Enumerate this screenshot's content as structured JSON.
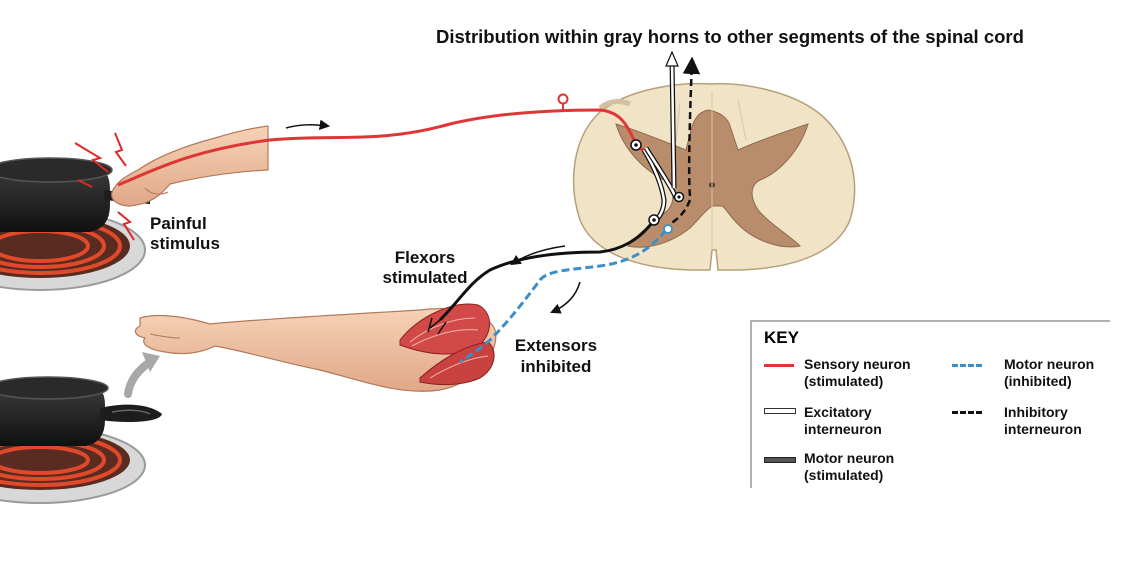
{
  "labels": {
    "title": "Distribution within gray horns to other segments of the spinal cord",
    "painful_stimulus": "Painful\nstimulus",
    "flexors": "Flexors\nstimulated",
    "extensors": "Extensors\ninhibited"
  },
  "key": {
    "title": "KEY",
    "items": [
      {
        "label": "Sensory neuron\n(stimulated)",
        "line": "solid-red"
      },
      {
        "label": "Motor neuron\n(inhibited)",
        "line": "dashed-blue"
      },
      {
        "label": "Excitatory\ninterneuron",
        "line": "hollow-white"
      },
      {
        "label": "Inhibitory\ninterneuron",
        "line": "dashed-black"
      },
      {
        "label": "Motor neuron\n(stimulated)",
        "line": "solid-dark"
      }
    ]
  },
  "colors": {
    "sensory": "#e03535",
    "motor_inhibited": "#3a8fc8",
    "motor_stimulated": "#111111",
    "cord_white_matter": "#f1e3c6",
    "cord_gray_matter": "#b98d6b",
    "skin": "#f3c4a4",
    "muscle": "#d24a48"
  }
}
